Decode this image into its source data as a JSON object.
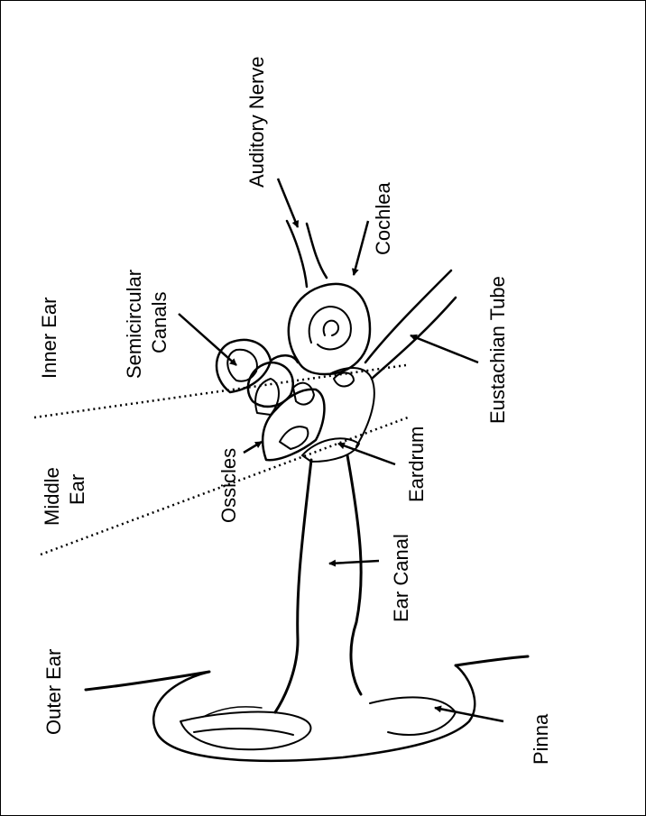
{
  "labels": {
    "auditory_nerve": "Auditory Nerve",
    "cochlea": "Cochlea",
    "semicircular_canals_1": "Semicircular",
    "semicircular_canals_2": "Canals",
    "inner_ear": "Inner Ear",
    "eustachian_tube": "Eustachian Tube",
    "middle_ear_1": "Middle",
    "middle_ear_2": "Ear",
    "ossicles": "Ossicles",
    "eardrum": "Eardrum",
    "ear_canal": "Ear Canal",
    "outer_ear": "Outer Ear",
    "pinna": "Pinna"
  },
  "colors": {
    "ink": "#000000",
    "background": "#ffffff"
  }
}
